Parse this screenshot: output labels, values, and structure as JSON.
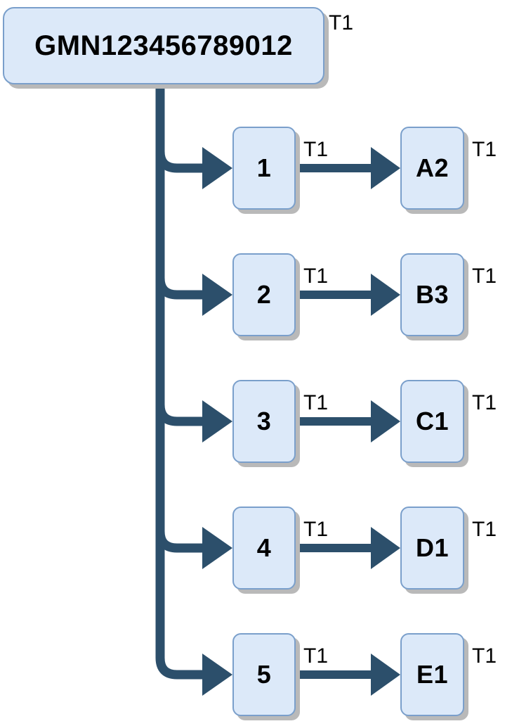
{
  "diagram": {
    "type": "tree",
    "root": {
      "label": "GMN123456789012",
      "tag": "T1"
    },
    "branches": [
      {
        "first": "1",
        "first_tag": "T1",
        "second": "A2",
        "second_tag": "T1"
      },
      {
        "first": "2",
        "first_tag": "T1",
        "second": "B3",
        "second_tag": "T1"
      },
      {
        "first": "3",
        "first_tag": "T1",
        "second": "C1",
        "second_tag": "T1"
      },
      {
        "first": "4",
        "first_tag": "T1",
        "second": "D1",
        "second_tag": "T1"
      },
      {
        "first": "5",
        "first_tag": "T1",
        "second": "E1",
        "second_tag": "T1"
      }
    ],
    "colors": {
      "node_fill": "#dce9f9",
      "node_border": "#7a9fcb",
      "node_shadow": "#b9b9b9",
      "connector": "#2c4f6b",
      "text": "#000000",
      "background": "#ffffff"
    }
  }
}
